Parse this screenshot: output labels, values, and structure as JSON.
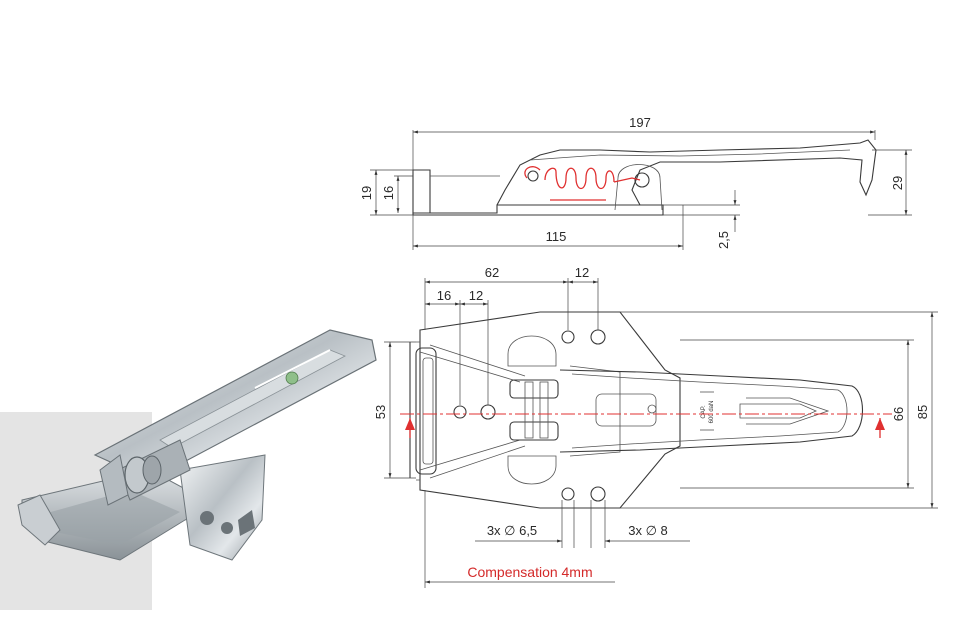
{
  "product_photo": {
    "description_icon": "latch-photo"
  },
  "side_view": {
    "dims": {
      "overall_length": "197",
      "base_length": "115",
      "height_19": "19",
      "height_16": "16",
      "height_29": "29",
      "plate_thickness": "2,5"
    }
  },
  "top_view": {
    "dims": {
      "d62": "62",
      "d12_top": "12",
      "d16": "16",
      "d12_left": "12",
      "d53": "53",
      "d66": "66",
      "d85": "85",
      "holes_small": "3x ∅ 6,5",
      "holes_large": "3x ∅ 8"
    },
    "plate_text": [
      "CAP.",
      "600 daN"
    ],
    "compensation_note": "Compensation 4mm"
  },
  "colors": {
    "annotation": "#d42a2a",
    "line": "#3a3a3a",
    "spring": "#e03030"
  }
}
